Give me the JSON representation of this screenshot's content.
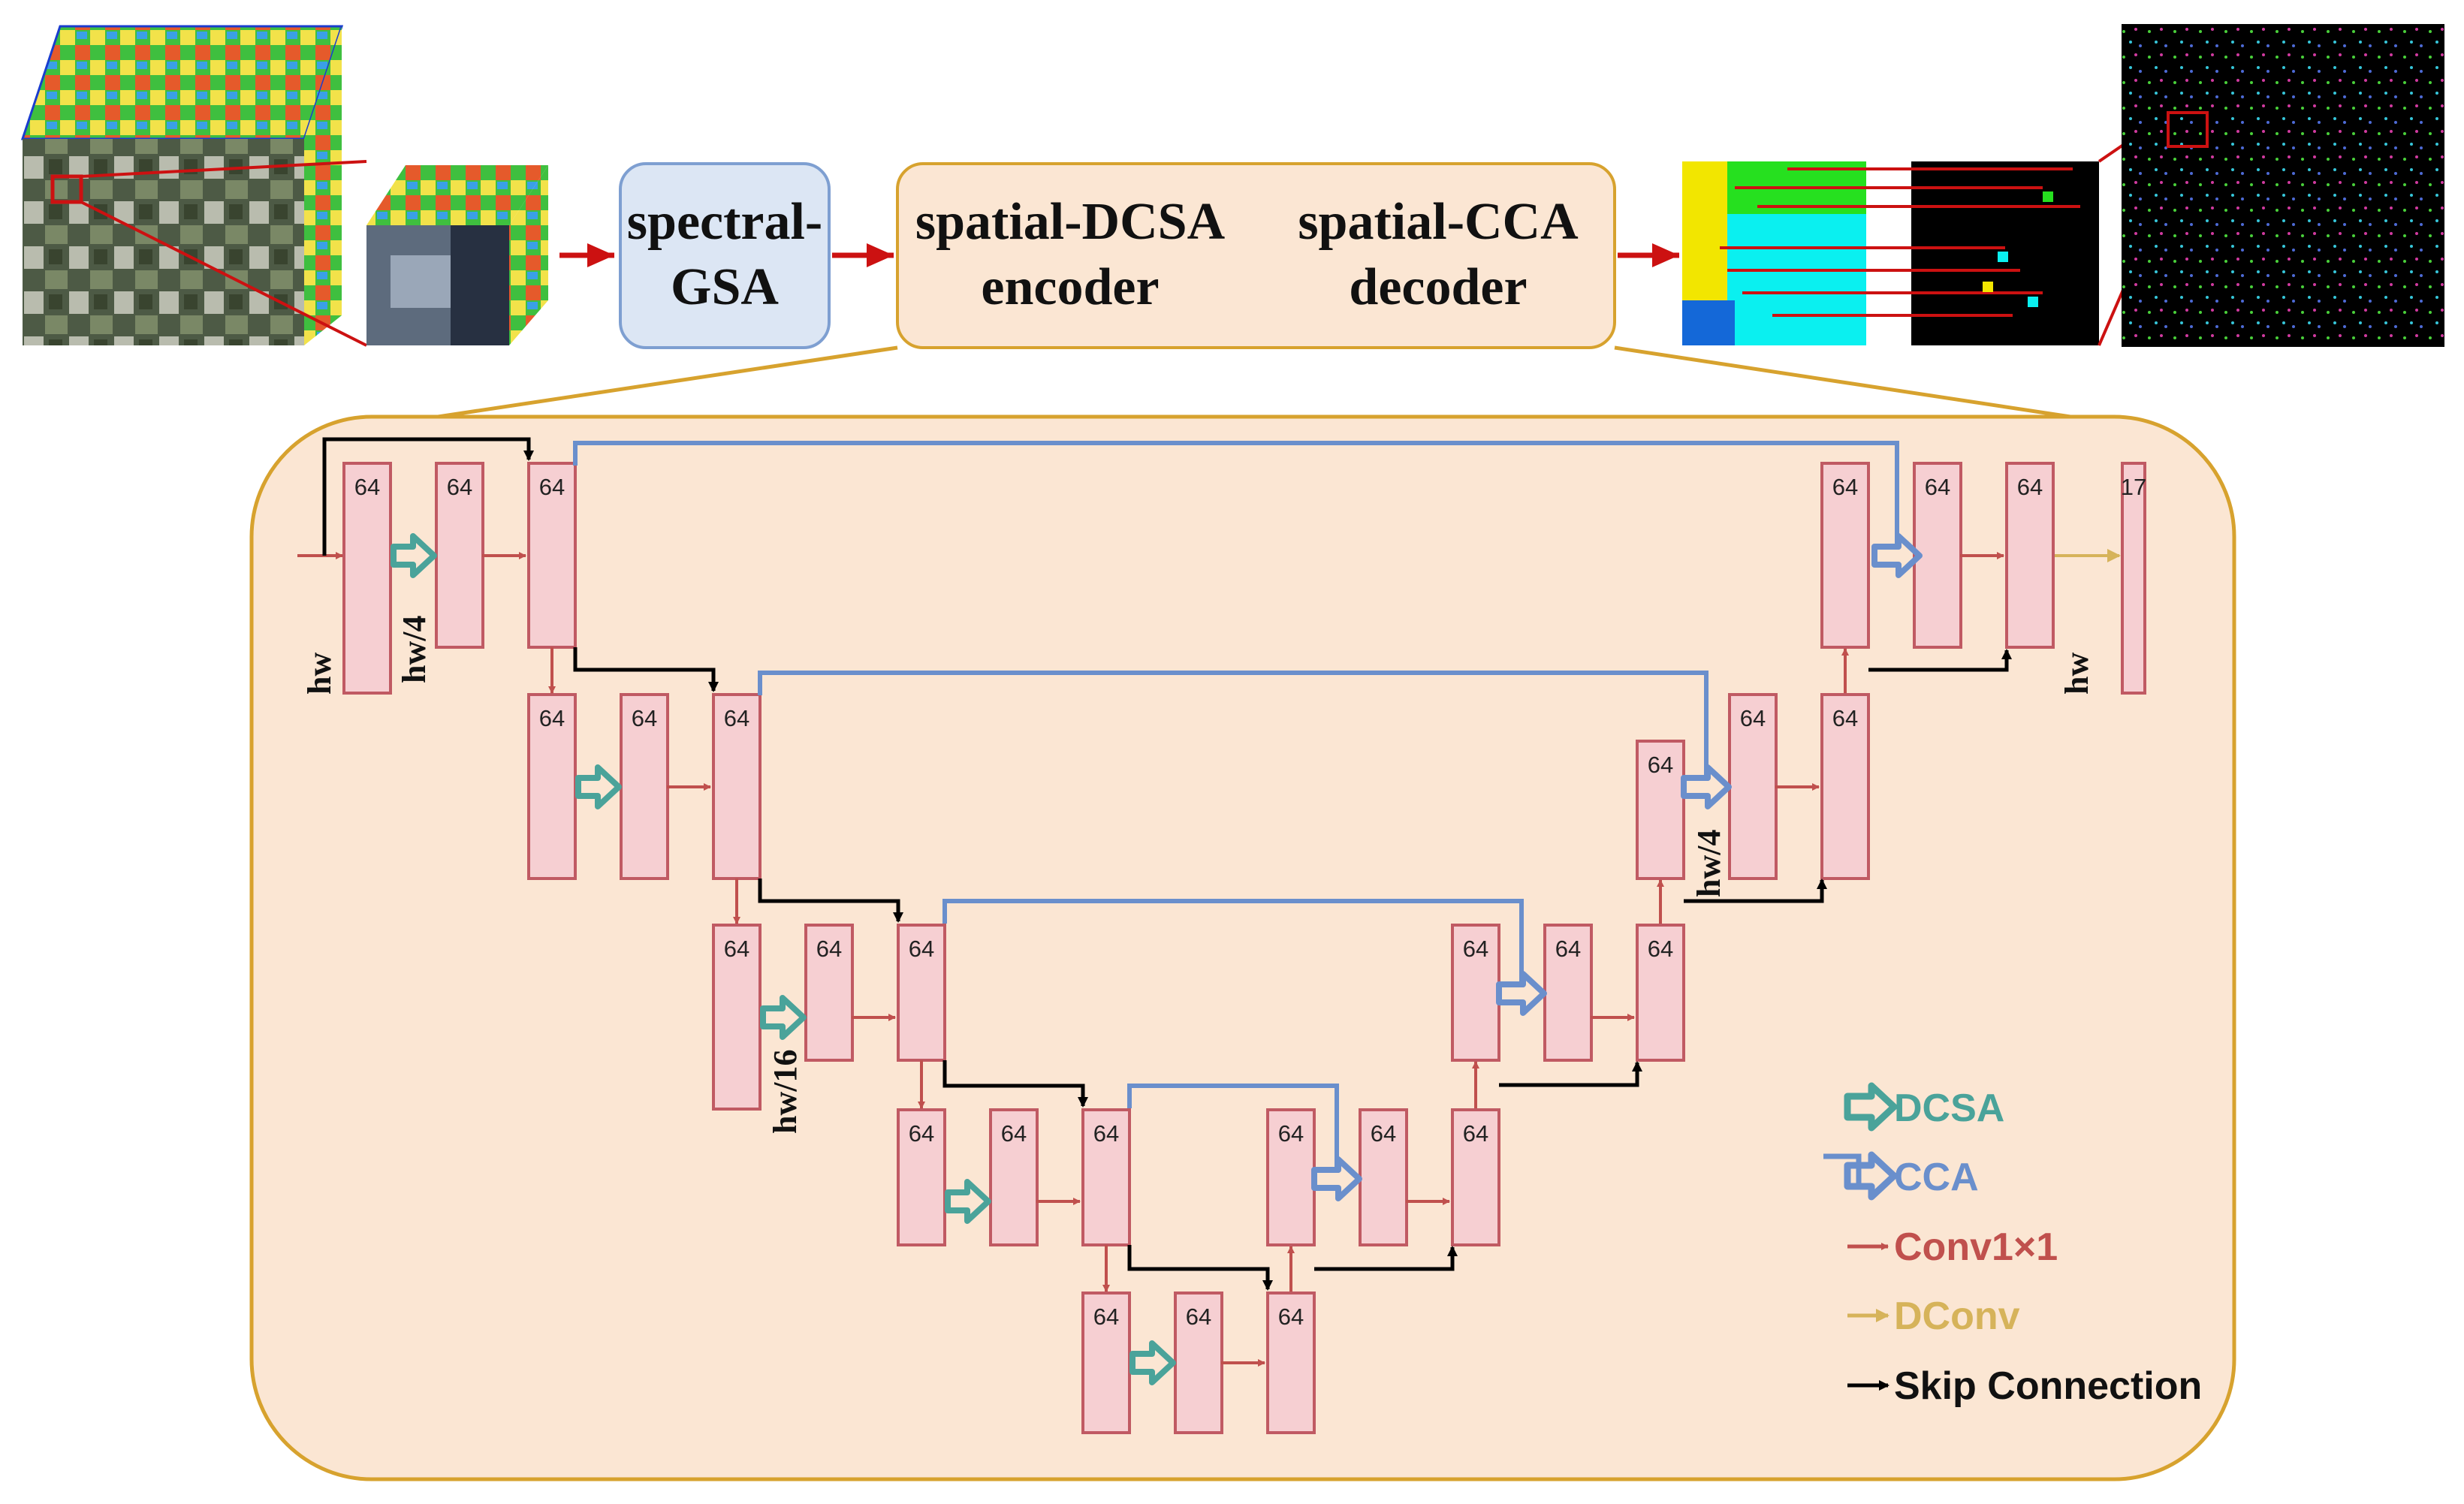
{
  "flow": {
    "gsa_line1": "spectral-",
    "gsa_line2": "GSA",
    "enc_line1": "spatial-DCSA",
    "enc_line2": "encoder",
    "dec_line1": "spatial-CCA",
    "dec_line2": "decoder"
  },
  "unet": {
    "channels": "64",
    "out_channels": "17",
    "dims": {
      "level1_left": "hw",
      "level1_mid": "hw/4",
      "level1_right": "hw",
      "level2_right": "hw/4",
      "level3_left": "hw/16"
    }
  },
  "legend": {
    "dcsa": "DCSA",
    "cca": "CCA",
    "conv": "Conv1×1",
    "dconv": "DConv",
    "skip": "Skip Connection"
  },
  "colors": {
    "block_fill": "#f6cfd2",
    "block_stroke": "#c05a63",
    "conv": "#c0504d",
    "dcsa": "#4aa39a",
    "cca": "#6a8fcc",
    "dconv": "#d6b35a",
    "skip": "#000000",
    "panel_fill": "#fbe6d3",
    "panel_stroke": "#d7a22e",
    "gsa_fill": "#dce6f4",
    "gsa_stroke": "#7e9fd1",
    "red_arrow": "#cc1111"
  }
}
